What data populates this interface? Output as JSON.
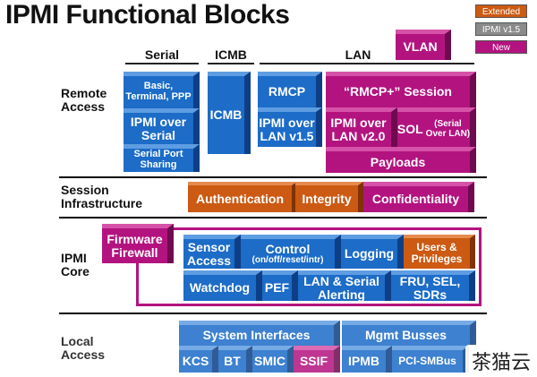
{
  "title": "IPMI Functional Blocks",
  "legend": [
    {
      "label": "Extended",
      "color": "#cc5a12"
    },
    {
      "label": "IPMI v1.5",
      "color": "#8a8a8a"
    },
    {
      "label": "New",
      "color": "#b3137f"
    }
  ],
  "columns": {
    "serial": "Serial",
    "icmb": "ICMB",
    "lan": "LAN"
  },
  "rows": {
    "remote_access": "Remote\nAccess",
    "session_infrastructure": "Session\nInfrastructure",
    "ipmi_core": "IPMI\nCore",
    "local_access": "Local\nAccess"
  },
  "blocks": {
    "vlan": "VLAN",
    "basic_terminal_ppp": "Basic,\nTerminal, PPP",
    "ipmi_over_serial": "IPMI over\nSerial",
    "serial_port_sharing": "Serial Port\nSharing",
    "icmb": "ICMB",
    "rmcp": "RMCP",
    "rmcp_plus_session": "“RMCP+” Session",
    "ipmi_over_lan_v15": "IPMI over\nLAN v1.5",
    "ipmi_over_lan_v20": "IPMI over\nLAN v2.0",
    "sol": "SOL",
    "sol_detail": "(Serial\nOver LAN)",
    "payloads": "Payloads",
    "authentication": "Authentication",
    "integrity": "Integrity",
    "confidentiality": "Confidentiality",
    "firmware_firewall": "Firmware\nFirewall",
    "sensor_access": "Sensor\nAccess",
    "control": "Control",
    "control_detail": "(on/off/reset/intr)",
    "logging": "Logging",
    "users_privileges": "Users &\nPrivileges",
    "watchdog": "Watchdog",
    "pef": "PEF",
    "lan_serial_alerting": "LAN & Serial\nAlerting",
    "fru_sel_sdrs": "FRU, SEL,\nSDRs",
    "system_interfaces": "System Interfaces",
    "mgmt_busses": "Mgmt Busses",
    "kcs": "KCS",
    "bt": "BT",
    "smic": "SMIC",
    "ssif": "SSIF",
    "ipmb": "IPMB",
    "pci_smbus": "PCI-SMBus"
  },
  "watermark": "茶猫云"
}
